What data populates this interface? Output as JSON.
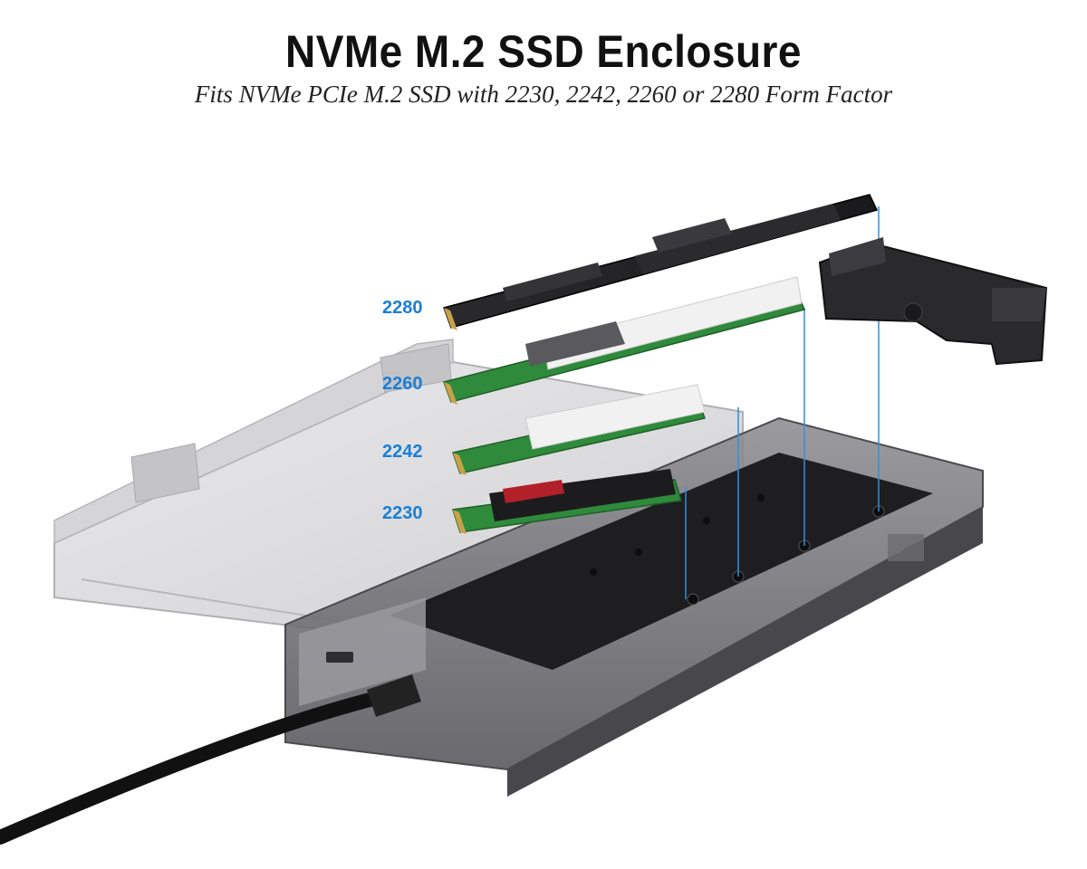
{
  "header": {
    "title": "NVMe M.2 SSD Enclosure",
    "subtitle": "Fits NVMe PCIe M.2 SSD with 2230, 2242, 2260 or 2280 Form Factor"
  },
  "form_factors": [
    {
      "label": "2280"
    },
    {
      "label": "2260"
    },
    {
      "label": "2242"
    },
    {
      "label": "2230"
    }
  ],
  "colors": {
    "label_blue": "#1a7fd6",
    "guide_line": "#2f8fe0",
    "pcb_green": "#2f8a3c",
    "enclosure_smoke": "#5a5a5e"
  }
}
